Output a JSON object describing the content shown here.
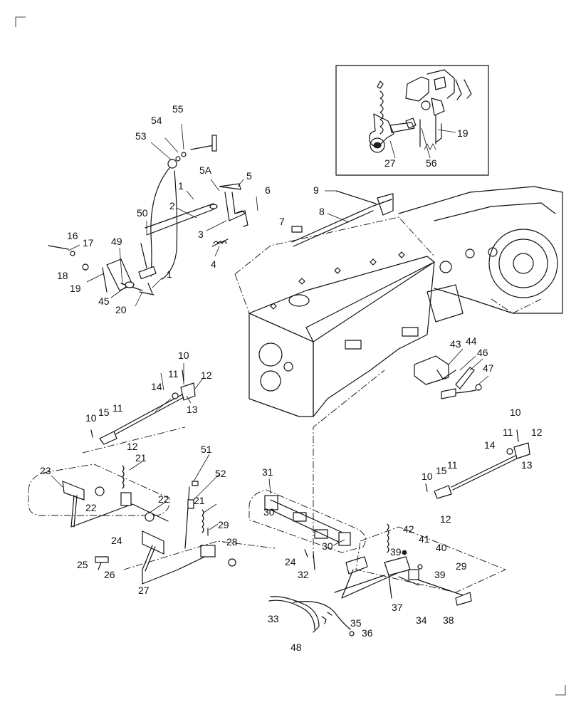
{
  "labels": [
    {
      "id": "55a",
      "text": "55"
    },
    {
      "id": "54a",
      "text": "54"
    },
    {
      "id": "53a",
      "text": "53"
    },
    {
      "id": "5Aa",
      "text": "5A"
    },
    {
      "id": "5a",
      "text": "5"
    },
    {
      "id": "1a",
      "text": "1"
    },
    {
      "id": "6a",
      "text": "6"
    },
    {
      "id": "2a",
      "text": "2"
    },
    {
      "id": "50a",
      "text": "50"
    },
    {
      "id": "3a",
      "text": "3"
    },
    {
      "id": "4a",
      "text": "4"
    },
    {
      "id": "16a",
      "text": "16"
    },
    {
      "id": "17a",
      "text": "17"
    },
    {
      "id": "49a",
      "text": "49"
    },
    {
      "id": "18a",
      "text": "18"
    },
    {
      "id": "1b",
      "text": "1"
    },
    {
      "id": "19a",
      "text": "19"
    },
    {
      "id": "45a",
      "text": "45"
    },
    {
      "id": "20a",
      "text": "20"
    },
    {
      "id": "9a",
      "text": "9"
    },
    {
      "id": "7a",
      "text": "7"
    },
    {
      "id": "8a",
      "text": "8"
    },
    {
      "id": "19b",
      "text": "19"
    },
    {
      "id": "27a",
      "text": "27"
    },
    {
      "id": "56a",
      "text": "56"
    },
    {
      "id": "10a",
      "text": "10"
    },
    {
      "id": "11a",
      "text": "11"
    },
    {
      "id": "12a",
      "text": "12"
    },
    {
      "id": "14a",
      "text": "14"
    },
    {
      "id": "13a",
      "text": "13"
    },
    {
      "id": "10b",
      "text": "10"
    },
    {
      "id": "15a",
      "text": "15"
    },
    {
      "id": "11b",
      "text": "11"
    },
    {
      "id": "12b",
      "text": "12"
    },
    {
      "id": "43a",
      "text": "43"
    },
    {
      "id": "44a",
      "text": "44"
    },
    {
      "id": "46a",
      "text": "46"
    },
    {
      "id": "47a",
      "text": "47"
    },
    {
      "id": "51a",
      "text": "51"
    },
    {
      "id": "21a",
      "text": "21"
    },
    {
      "id": "23a",
      "text": "23"
    },
    {
      "id": "52a",
      "text": "52"
    },
    {
      "id": "22a",
      "text": "22"
    },
    {
      "id": "22b",
      "text": "22"
    },
    {
      "id": "21b",
      "text": "21"
    },
    {
      "id": "24a",
      "text": "24"
    },
    {
      "id": "29a",
      "text": "29"
    },
    {
      "id": "28a",
      "text": "28"
    },
    {
      "id": "25a",
      "text": "25"
    },
    {
      "id": "26a",
      "text": "26"
    },
    {
      "id": "27b",
      "text": "27"
    },
    {
      "id": "31a",
      "text": "31"
    },
    {
      "id": "30a",
      "text": "30"
    },
    {
      "id": "30b",
      "text": "30"
    },
    {
      "id": "24b",
      "text": "24"
    },
    {
      "id": "32a",
      "text": "32"
    },
    {
      "id": "10c",
      "text": "10"
    },
    {
      "id": "11c",
      "text": "11"
    },
    {
      "id": "12c",
      "text": "12"
    },
    {
      "id": "14b",
      "text": "14"
    },
    {
      "id": "11d",
      "text": "11"
    },
    {
      "id": "13b",
      "text": "13"
    },
    {
      "id": "10d",
      "text": "10"
    },
    {
      "id": "15b",
      "text": "15"
    },
    {
      "id": "12d",
      "text": "12"
    },
    {
      "id": "42a",
      "text": "42"
    },
    {
      "id": "41a",
      "text": "41"
    },
    {
      "id": "40a",
      "text": "40"
    },
    {
      "id": "39a",
      "text": "39"
    },
    {
      "id": "29b",
      "text": "29"
    },
    {
      "id": "39b",
      "text": "39"
    },
    {
      "id": "37a",
      "text": "37"
    },
    {
      "id": "33a",
      "text": "33"
    },
    {
      "id": "35a",
      "text": "35"
    },
    {
      "id": "36a",
      "text": "36"
    },
    {
      "id": "34a",
      "text": "34"
    },
    {
      "id": "38a",
      "text": "38"
    },
    {
      "id": "48a",
      "text": "48"
    }
  ]
}
